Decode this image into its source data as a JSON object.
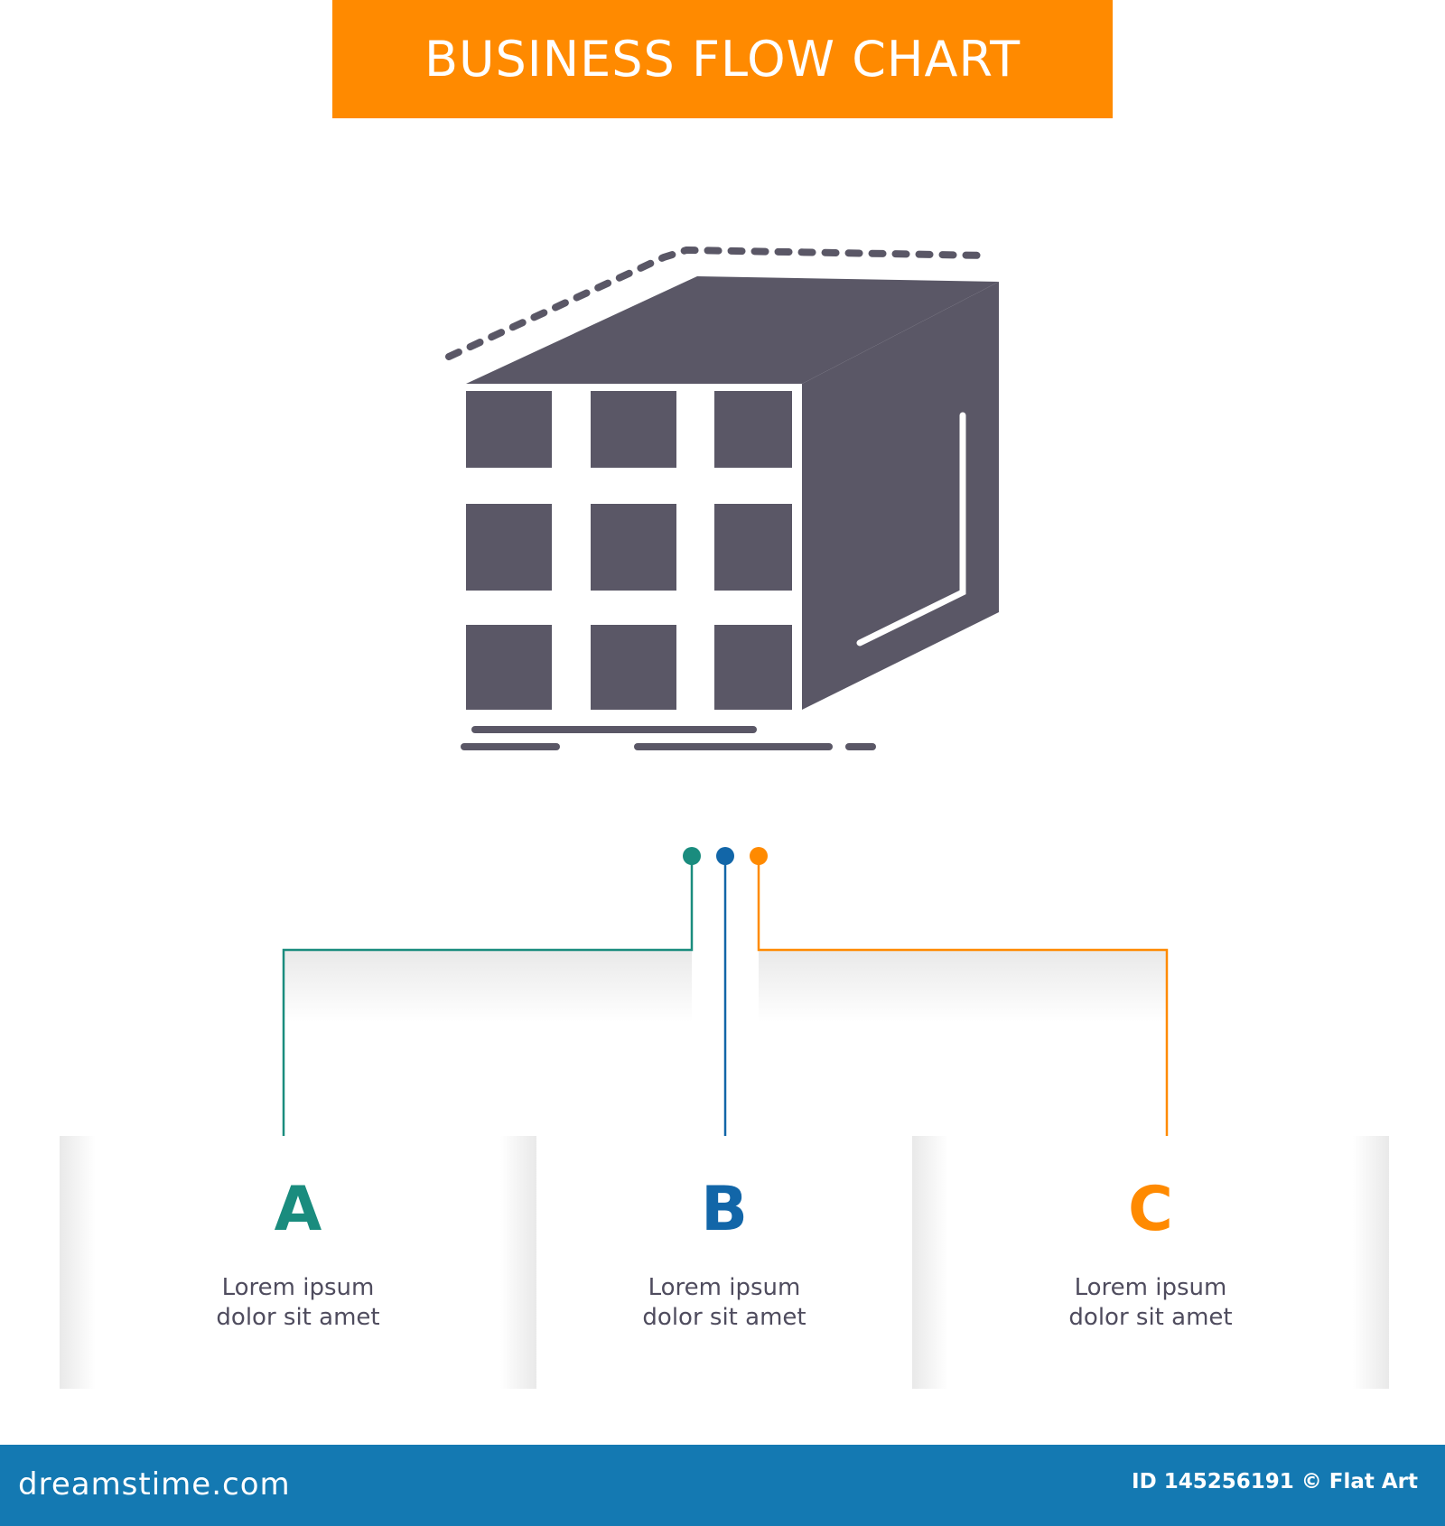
{
  "title": "BUSINESS FLOW CHART",
  "colors": {
    "banner": "#ff8a00",
    "a": "#1a8c7e",
    "b": "#1266a8",
    "c": "#ff8a00",
    "icon": "#5a5766",
    "footer": "#1479b2"
  },
  "icon": "matrix-cube-glyph-icon",
  "nodes": [
    {
      "letter": "A",
      "text": [
        "Lorem ipsum",
        "dolor sit amet"
      ]
    },
    {
      "letter": "B",
      "text": [
        "Lorem ipsum",
        "dolor sit amet"
      ]
    },
    {
      "letter": "C",
      "text": [
        "Lorem ipsum",
        "dolor sit amet"
      ]
    }
  ],
  "footer": {
    "brand": "dreamstime.com",
    "id": "ID 145256191 © Flat Art"
  }
}
